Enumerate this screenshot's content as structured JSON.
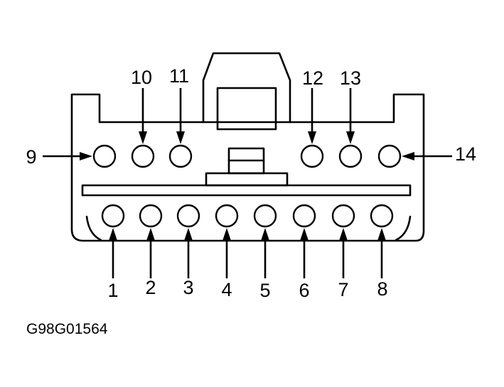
{
  "diagram": {
    "pins": [
      {
        "number": "1"
      },
      {
        "number": "2"
      },
      {
        "number": "3"
      },
      {
        "number": "4"
      },
      {
        "number": "5"
      },
      {
        "number": "6"
      },
      {
        "number": "7"
      },
      {
        "number": "8"
      },
      {
        "number": "9"
      },
      {
        "number": "10"
      },
      {
        "number": "11"
      },
      {
        "number": "12"
      },
      {
        "number": "13"
      },
      {
        "number": "14"
      }
    ],
    "figure_code": "G98G01564"
  }
}
